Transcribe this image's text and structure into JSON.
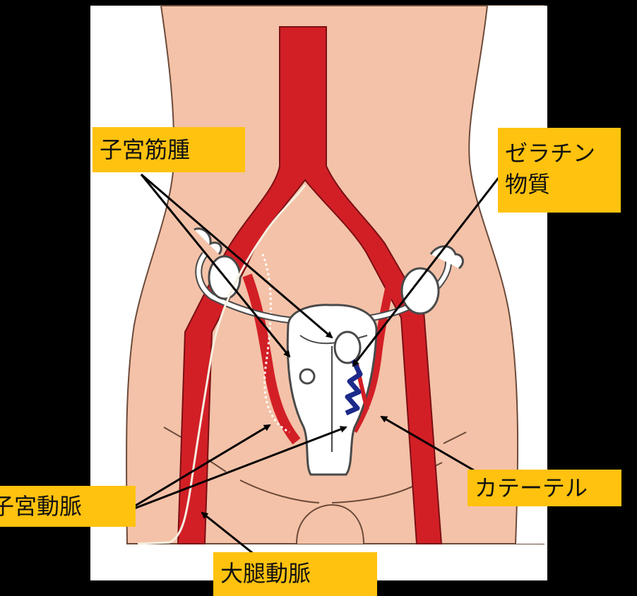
{
  "labels": {
    "myoma": "子宮筋腫",
    "gelatin": "ゼラチン\n物質",
    "catheter": "カテーテル",
    "uterine_artery": "子宮動脈",
    "femoral_artery": "大腿動脈"
  },
  "colors": {
    "background": "#000000",
    "panel": "#ffffff",
    "skin": "#f4c2a8",
    "artery": "#d21f26",
    "uterus": "#ffffff",
    "gelatin": "#1c2a8a",
    "label_bg": "#ffc20e",
    "arrow": "#000000"
  }
}
